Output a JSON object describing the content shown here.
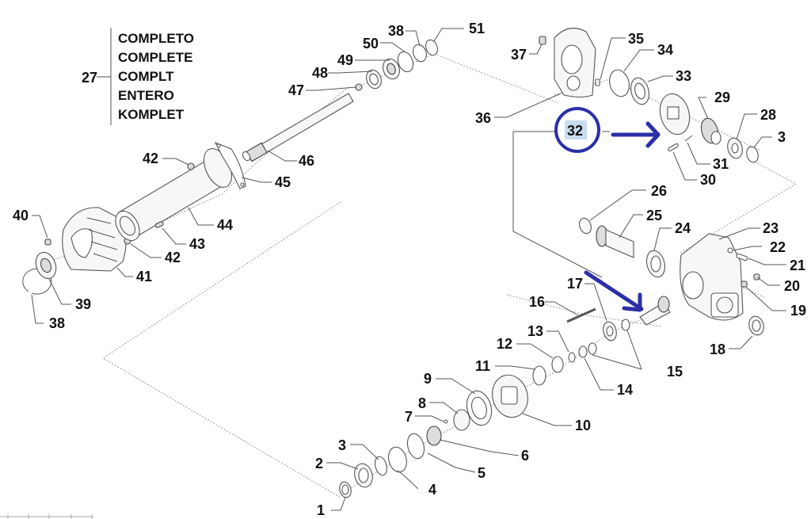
{
  "diagram": {
    "title": "Exploded parts diagram",
    "legend": {
      "ref": "27",
      "lines": [
        "COMPLETO",
        "COMPLETE",
        "COMPLT",
        "ENTERO",
        "KOMPLET"
      ]
    },
    "callouts": {
      "p1": "1",
      "p2": "2",
      "p3a": "3",
      "p3b": "3",
      "p4": "4",
      "p5": "5",
      "p6": "6",
      "p7": "7",
      "p8": "8",
      "p9": "9",
      "p10": "10",
      "p11": "11",
      "p12": "12",
      "p13": "13",
      "p14": "14",
      "p15": "15",
      "p16": "16",
      "p17": "17",
      "p18": "18",
      "p19": "19",
      "p20": "20",
      "p21": "21",
      "p22": "22",
      "p23": "23",
      "p24": "24",
      "p25": "25",
      "p26": "26",
      "p28": "28",
      "p29": "29",
      "p30": "30",
      "p31": "31",
      "p32": "32",
      "p33": "33",
      "p34": "34",
      "p35": "35",
      "p36": "36",
      "p37": "37",
      "p38a": "38",
      "p38b": "38",
      "p39": "39",
      "p40": "40",
      "p41": "41",
      "p42a": "42",
      "p42b": "42",
      "p43": "43",
      "p44": "44",
      "p45": "45",
      "p46": "46",
      "p47": "47",
      "p48": "48",
      "p49": "49",
      "p50": "50",
      "p51": "51"
    },
    "highlight": {
      "part": "32",
      "color": "#2b2fa8",
      "label_bg": "#c9dcf0"
    }
  }
}
